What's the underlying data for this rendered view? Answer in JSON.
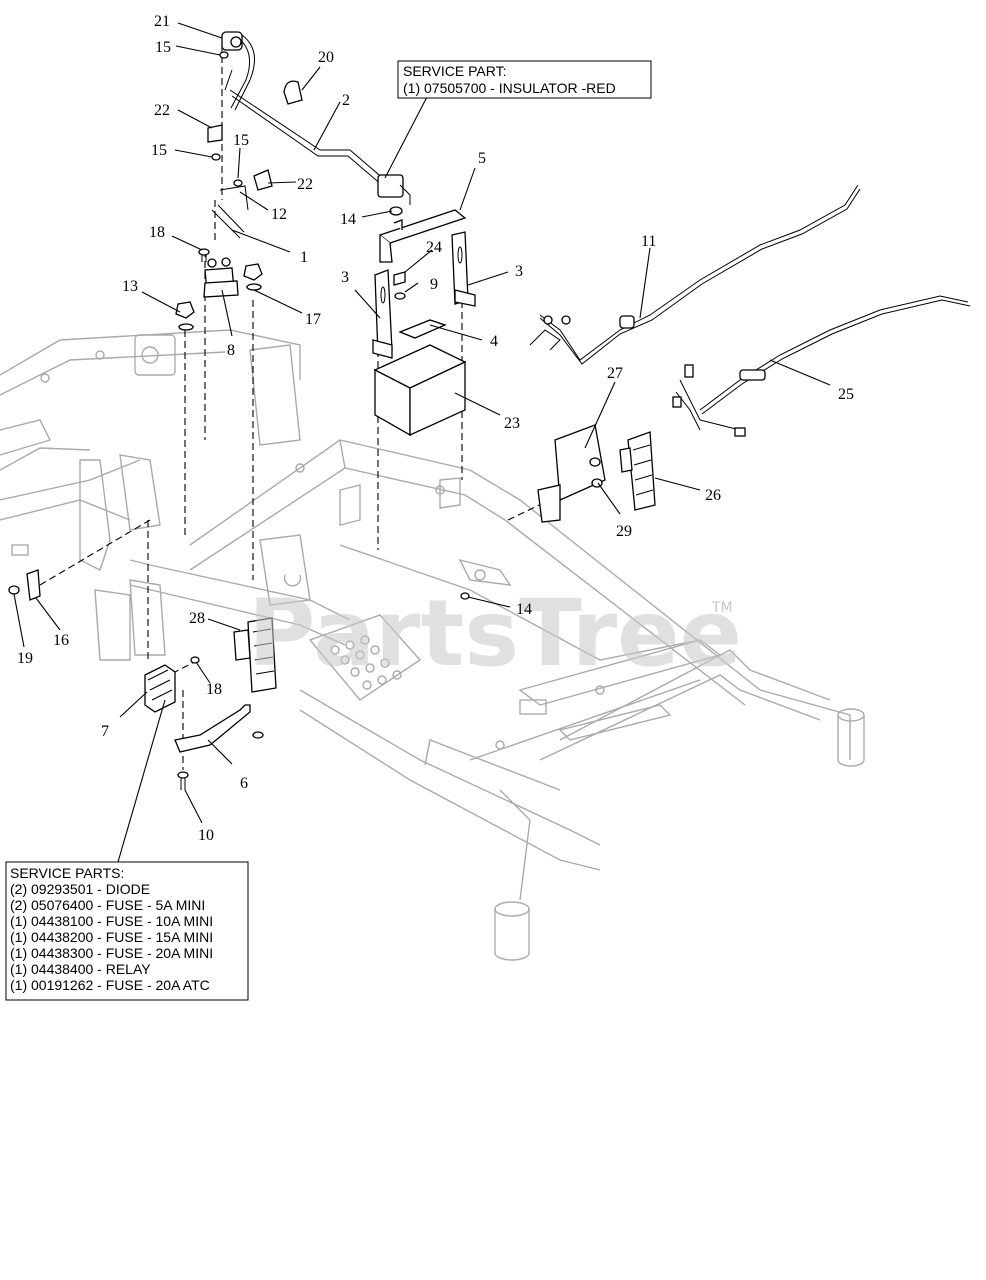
{
  "callouts": {
    "c1": "1",
    "c2": "2",
    "c3a": "3",
    "c3b": "3",
    "c4": "4",
    "c5": "5",
    "c6": "6",
    "c7": "7",
    "c8": "8",
    "c9": "9",
    "c10": "10",
    "c11": "11",
    "c12": "12",
    "c13": "13",
    "c14a": "14",
    "c14b": "14",
    "c15a": "15",
    "c15b": "15",
    "c15c": "15",
    "c16": "16",
    "c17": "17",
    "c18a": "18",
    "c18b": "18",
    "c19": "19",
    "c20": "20",
    "c21": "21",
    "c22a": "22",
    "c22b": "22",
    "c23": "23",
    "c24": "24",
    "c25": "25",
    "c26": "26",
    "c27": "27",
    "c28": "28",
    "c29": "29"
  },
  "service_part_box": {
    "line1": "SERVICE PART:",
    "line2": "(1) 07505700 - INSULATOR -RED"
  },
  "service_parts_box": {
    "title": "SERVICE PARTS:",
    "lines": [
      "(2) 09293501 - DIODE",
      "(2) 05076400 - FUSE - 5A MINI",
      "(1) 04438100 - FUSE - 10A MINI",
      "(1) 04438200 - FUSE - 15A MINI",
      "(1) 04438300 - FUSE - 20A MINI",
      "(1) 04438400 - RELAY",
      "(1) 00191262 - FUSE - 20A ATC"
    ]
  },
  "watermark": {
    "text": "PartsTree",
    "trademark": "TM"
  }
}
